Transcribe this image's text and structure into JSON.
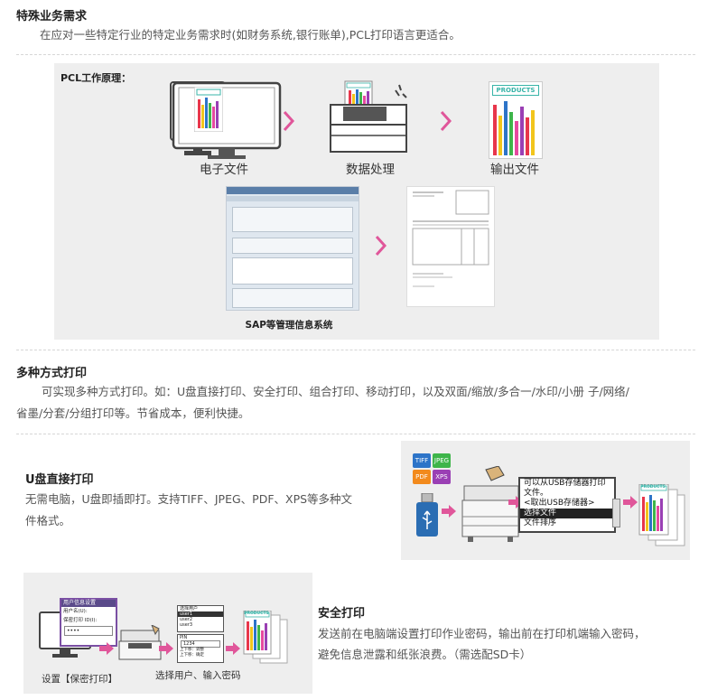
{
  "section1": {
    "title": "特殊业务需求",
    "desc": "在应对一些特定行业的特定业务需求时(如财务系统,银行账单),PCL打印语言更适合。"
  },
  "pcl": {
    "label": "PCL工作原理：",
    "step1": "电子文件",
    "step2": "数据处理",
    "step3": "输出文件",
    "products": "PRODUCTS",
    "sap_caption": "SAP等管理信息系统"
  },
  "section2": {
    "title": "多种方式打印",
    "desc_line1": "可实现多种方式打印。如：U盘直接打印、安全打印、组合打印、移动打印，以及双面/缩放/多合一/水印/小册 子/网络/",
    "desc_line2": "省墨/分套/分组打印等。节省成本，便利快捷。"
  },
  "usb": {
    "title": "U盘直接打印",
    "desc_line1": "无需电脑，U盘即插即打。支持TIFF、JPEG、PDF、XPS等多种文",
    "desc_line2": "件格式。",
    "fmt_tiff": "TIFF",
    "fmt_jpeg": "JPEG",
    "fmt_pdf": "PDF",
    "fmt_xps": "XPS",
    "lcd_line1": "可以从USB存储器打印",
    "lcd_line2": "文件。",
    "lcd_line3": "<取出USB存储器>",
    "lcd_line4": "选择文件",
    "lcd_line5": "文件排序",
    "products": "PRODUCTS"
  },
  "secure": {
    "title": "安全打印",
    "desc_line1": "发送前在电脑端设置打印作业密码，输出前在打印机端输入密码，",
    "desc_line2": "避免信息泄露和纸张浪费。（需选配SD卡）",
    "dialog_title": "用户信息设置",
    "dialog_user": "用户名(U):",
    "dialog_pw": "保密打印 ID(I):",
    "pw_mask": "••••",
    "list_user1": "user1",
    "list_user2": "user2",
    "list_user3": "user3",
    "list_header": "选择用户",
    "pin_label": "PIN",
    "pin_value": "1234",
    "pin_prev": "上下移：调整",
    "pin_ok": "上下移：确定",
    "cap_left": "设置【保密打印】",
    "cap_right": "选择用户、输入密码",
    "products": "PRODUCTS"
  },
  "colors": {
    "accent_pink": "#e0569a",
    "panel_gray": "#eeeeee",
    "bar_red": "#e8364b",
    "bar_green": "#3eb54a",
    "bar_blue": "#2d74c8",
    "bar_yellow": "#f2c51c",
    "bar_purple": "#9a3fb4",
    "bar_magenta": "#e64aa0"
  }
}
